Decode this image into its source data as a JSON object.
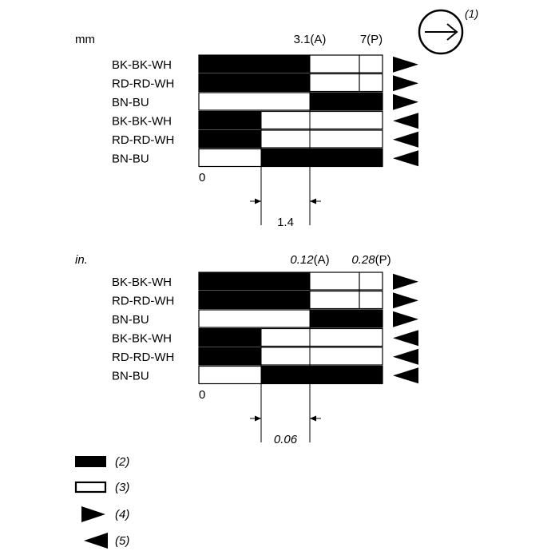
{
  "colors": {
    "on": "#000000",
    "off": "#ffffff",
    "line": "#000000"
  },
  "direction_symbol": {
    "icon": "arrow-right-circle-icon",
    "note": "(1)"
  },
  "diagrams": [
    {
      "unit": "mm",
      "unit_italic": false,
      "values_italic": false,
      "point_a_value": "3.1",
      "point_a_suffix": "(A)",
      "point_p_value": "7",
      "point_p_suffix": "(P)",
      "zero": "0",
      "dimension": "1.4",
      "rows": [
        {
          "label": "BK-BK-WH",
          "pattern": "on-until-a",
          "direction": "right"
        },
        {
          "label": "RD-RD-WH",
          "pattern": "on-until-a",
          "direction": "right"
        },
        {
          "label": "BN-BU",
          "pattern": "on-after-a",
          "direction": "right"
        },
        {
          "label": "BK-BK-WH",
          "pattern": "on-until-b",
          "direction": "left"
        },
        {
          "label": "RD-RD-WH",
          "pattern": "on-until-b",
          "direction": "left"
        },
        {
          "label": "BN-BU",
          "pattern": "on-after-b",
          "direction": "left"
        }
      ]
    },
    {
      "unit": "in.",
      "unit_italic": true,
      "values_italic": true,
      "point_a_value": "0.12",
      "point_a_suffix": "(A)",
      "point_p_value": "0.28",
      "point_p_suffix": "(P)",
      "zero": "0",
      "dimension": "0.06",
      "rows": [
        {
          "label": "BK-BK-WH",
          "pattern": "on-until-a",
          "direction": "right"
        },
        {
          "label": "RD-RD-WH",
          "pattern": "on-until-a",
          "direction": "right"
        },
        {
          "label": "BN-BU",
          "pattern": "on-after-a",
          "direction": "right"
        },
        {
          "label": "BK-BK-WH",
          "pattern": "on-until-b",
          "direction": "left"
        },
        {
          "label": "RD-RD-WH",
          "pattern": "on-until-b",
          "direction": "left"
        },
        {
          "label": "BN-BU",
          "pattern": "on-after-b",
          "direction": "left"
        }
      ]
    }
  ],
  "legend": [
    {
      "symbol": "filled-box",
      "note": "(2)"
    },
    {
      "symbol": "empty-box",
      "note": "(3)"
    },
    {
      "symbol": "triangle-right",
      "note": "(4)"
    },
    {
      "symbol": "triangle-left",
      "note": "(5)"
    }
  ]
}
